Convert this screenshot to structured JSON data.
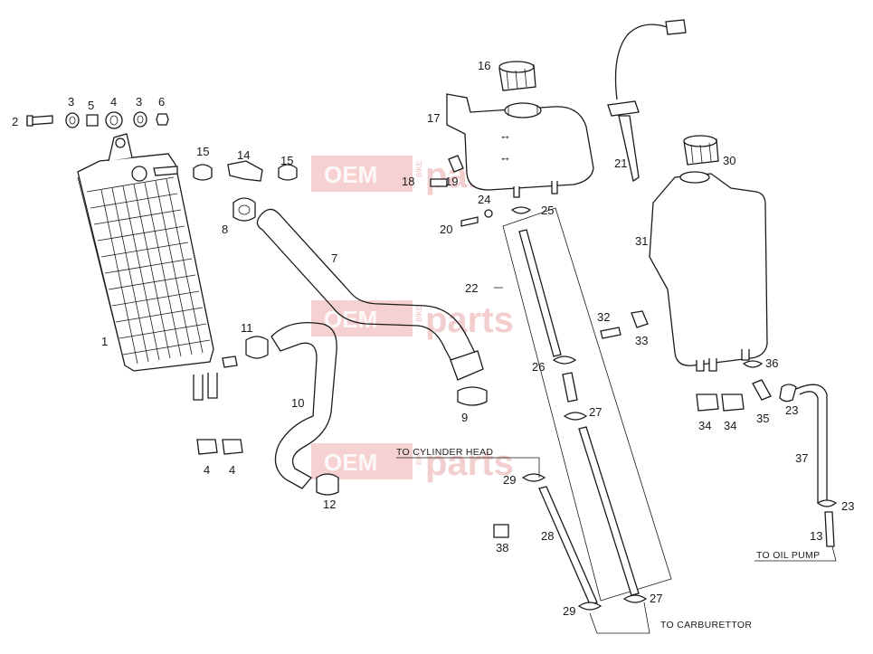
{
  "watermark": {
    "oem": "OEM",
    "bike": "BIKE",
    "parts": "parts"
  },
  "callouts": {
    "c1": "1",
    "c2": "2",
    "c3a": "3",
    "c3b": "3",
    "c4a": "4",
    "c4b": "4",
    "c4c": "4",
    "c5": "5",
    "c6": "6",
    "c7": "7",
    "c8": "8",
    "c9": "9",
    "c10": "10",
    "c11": "11",
    "c12": "12",
    "c13": "13",
    "c14": "14",
    "c15a": "15",
    "c15b": "15",
    "c16": "16",
    "c17": "17",
    "c18": "18",
    "c19": "19",
    "c20": "20",
    "c21": "21",
    "c22": "22",
    "c23a": "23",
    "c23b": "23",
    "c24": "24",
    "c25": "25",
    "c26": "26",
    "c27a": "27",
    "c27b": "27",
    "c28": "28",
    "c29a": "29",
    "c29b": "29",
    "c30": "30",
    "c31": "31",
    "c32": "32",
    "c33": "33",
    "c34a": "34",
    "c34b": "34",
    "c35": "35",
    "c36": "36",
    "c37": "37",
    "c38": "38"
  },
  "notes": {
    "cylinder_head": "TO CYLINDER HEAD",
    "oil_pump": "TO OIL PUMP",
    "carburettor": "TO CARBURETTOR"
  },
  "arrows": {
    "left_right": "↔"
  }
}
